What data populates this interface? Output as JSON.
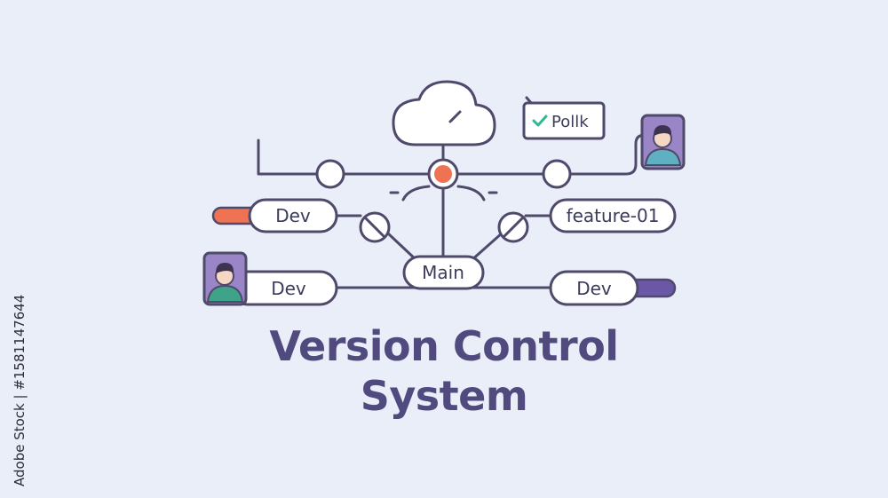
{
  "labels": {
    "dev_left": "Dev",
    "feature": "feature-01",
    "main": "Main",
    "dev_bottom_left": "Dev",
    "dev_bottom_right": "Dev",
    "badge": "Pollk",
    "side_id": "Adobe Stock | #1581147644"
  },
  "title": {
    "line1": "Version Control",
    "line2": "System"
  },
  "colors": {
    "background": "#e9eef8",
    "line": "#4f4a6b",
    "accent_orange": "#ef7353",
    "accent_purple": "#6a58a6",
    "avatar_bg": "#9a86c6",
    "check": "#2eb895",
    "title": "#504a7e"
  }
}
